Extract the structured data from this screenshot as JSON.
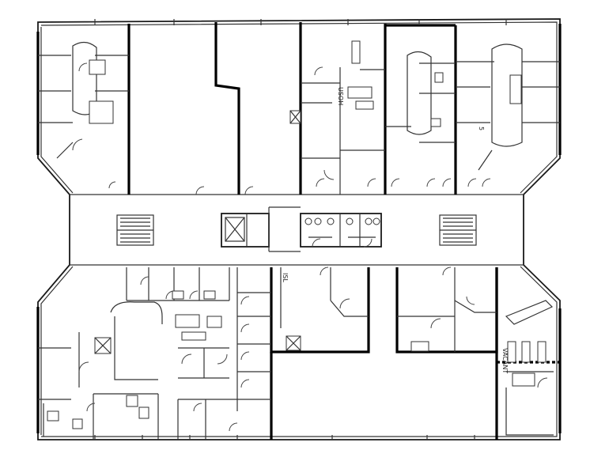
{
  "labels": {
    "vacant": "VACANT",
    "room_code_upper": "USOH",
    "room_code_upper_right": "5",
    "room_code_lower": "ISL"
  }
}
